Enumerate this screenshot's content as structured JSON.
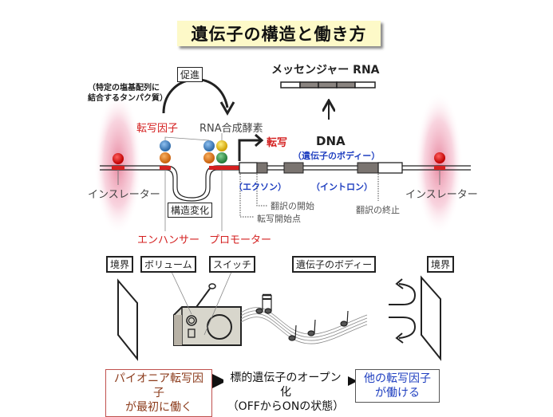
{
  "title": "遺伝子の構造と働き方",
  "top": {
    "note_line1": "（特定の塩基配列に",
    "note_line2": "結合するタンパク質）",
    "promote_label": "促進",
    "transcription_factor": "転写因子",
    "rna_polymerase": "RNA合成酵素",
    "transcription": "転写",
    "mrna_label": "メッセンジャー RNA",
    "dna_label": "DNA",
    "gene_body": "（遺伝子のボディー）",
    "exon": "（エクソン）",
    "intron": "（イントロン）",
    "translation_start": "翻訳の開始",
    "translation_end": "翻訳の終止",
    "transcription_start_site": "転写開始点",
    "insulator_left": "インスレーター",
    "insulator_right": "インスレーター",
    "structural_change": "構造変化",
    "enhancer": "エンハンサー",
    "promoter": "プロモーター"
  },
  "analogy": {
    "boundary_left": "境界",
    "volume": "ボリューム",
    "switch": "スイッチ",
    "gene_body": "遺伝子のボディー",
    "boundary_right": "境界"
  },
  "flow": {
    "step1_line1": "パイオニア転写因子",
    "step1_line2": "が最初に働く",
    "step2_line1": "標的遺伝子のオープン化",
    "step2_line2": "（OFFからONの状態）",
    "step3_line1": "他の転写因子",
    "step3_line2": "が働ける"
  },
  "colors": {
    "title_bg": "#fdf9c8",
    "red_label": "#d42020",
    "blue_label": "#1f3fc0",
    "step1_border": "#c0504d",
    "step1_text": "#8b3a1a",
    "step3_border": "#555555",
    "step3_text": "#1f3fc0",
    "insulator_glow": "#e07090",
    "factor_blue": "#3c7fc4",
    "factor_orange": "#e07a20",
    "factor_yellow": "#e8c020",
    "factor_green": "#3a9a50"
  }
}
